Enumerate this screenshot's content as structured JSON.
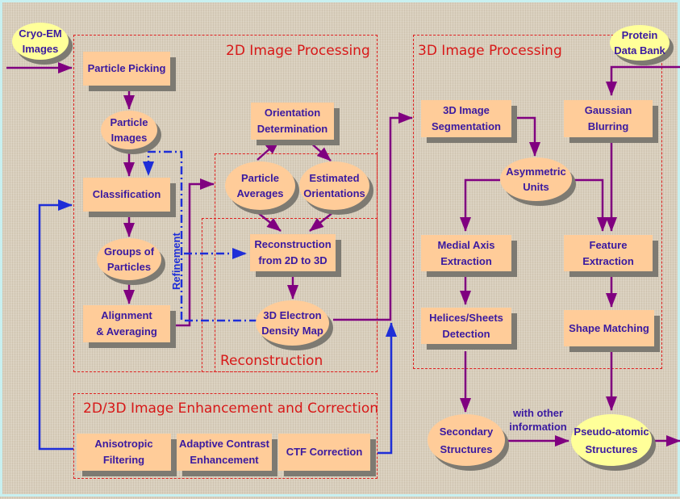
{
  "regions": {
    "image_2d": "2D Image Processing",
    "image_3d": "3D Image Processing",
    "reconstruction": "Reconstruction",
    "enhancement": "2D/3D Image Enhancement and Correction"
  },
  "sources": {
    "cryo_em": [
      "Cryo-EM",
      "Images"
    ],
    "pdb": [
      "Protein",
      "Data Bank"
    ]
  },
  "nodes_2d": {
    "particle_picking": [
      "Particle Picking"
    ],
    "particle_images": [
      "Particle",
      "Images"
    ],
    "classification": [
      "Classification"
    ],
    "groups_of_particles": [
      "Groups of",
      "Particles"
    ],
    "alignment_averaging": [
      "Alignment",
      "& Averaging"
    ],
    "orientation_determination": [
      "Orientation",
      "Determination"
    ],
    "particle_averages": [
      "Particle",
      "Averages"
    ],
    "estimated_orientations": [
      "Estimated",
      "Orientations"
    ],
    "reconstruction_2d_3d": [
      "Reconstruction",
      "from 2D to 3D"
    ],
    "density_map": [
      "3D Electron",
      "Density Map"
    ]
  },
  "nodes_3d": {
    "segmentation": [
      "3D Image",
      "Segmentation"
    ],
    "gaussian_blurring": [
      "Gaussian",
      "Blurring"
    ],
    "asymmetric_units": [
      "Asymmetric",
      "Units"
    ],
    "medial_axis": [
      "Medial Axis",
      "Extraction"
    ],
    "feature_extraction": [
      "Feature",
      "Extraction"
    ],
    "helices_sheets": [
      "Helices/Sheets",
      "Detection"
    ],
    "shape_matching": [
      "Shape Matching"
    ]
  },
  "outputs": {
    "secondary_structures": [
      "Secondary",
      "Structures"
    ],
    "pseudo_atomic": [
      "Pseudo-atomic",
      "Structures"
    ]
  },
  "enhancement_nodes": {
    "anisotropic": [
      "Anisotropic",
      "Filtering"
    ],
    "adaptive_contrast": [
      "Adaptive Contrast",
      "Enhancement"
    ],
    "ctf": [
      "CTF Correction"
    ]
  },
  "annotations": {
    "refinement": "Refinement",
    "with_other_info": [
      "with other",
      "information"
    ]
  },
  "colors": {
    "flow_arrow": "#800080",
    "refine_arrow": "#1e2ed8",
    "region_border": "#e02020",
    "node_fill": "#ffcc99",
    "source_fill": "#ffff99",
    "node_text": "#3a1aa0"
  }
}
